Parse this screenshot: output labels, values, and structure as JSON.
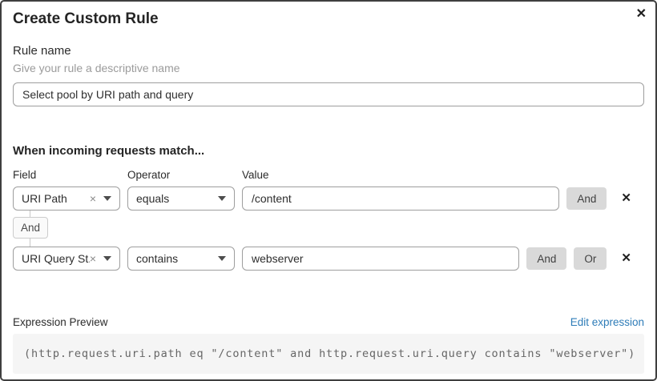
{
  "dialog": {
    "title": "Create Custom Rule"
  },
  "icons": {
    "close": "✕",
    "delete": "✕",
    "clear": "×"
  },
  "rule_name": {
    "label": "Rule name",
    "helper": "Give your rule a descriptive name",
    "value": "Select pool by URI path and query"
  },
  "match": {
    "heading": "When incoming requests match...",
    "column_labels": {
      "field": "Field",
      "operator": "Operator",
      "value": "Value"
    },
    "connector_label": "And",
    "rows": [
      {
        "field": "URI Path",
        "operator": "equals",
        "value": "/content",
        "buttons": [
          "And"
        ]
      },
      {
        "field": "URI Query St...",
        "operator": "contains",
        "value": "webserver",
        "buttons": [
          "And",
          "Or"
        ]
      }
    ]
  },
  "expression": {
    "label": "Expression Preview",
    "edit_link": "Edit expression",
    "code": "(http.request.uri.path eq \"/content\" and http.request.uri.query contains \"webserver\")"
  },
  "colors": {
    "dialog_border": "#3f3f3f",
    "input_border": "#9e9e9e",
    "button_gray": "#d9d9d9",
    "badge_bg": "#fafafa",
    "expression_bg": "#f5f5f5",
    "link_blue": "#2e7cb8",
    "helper_gray": "#9b9b9b"
  }
}
